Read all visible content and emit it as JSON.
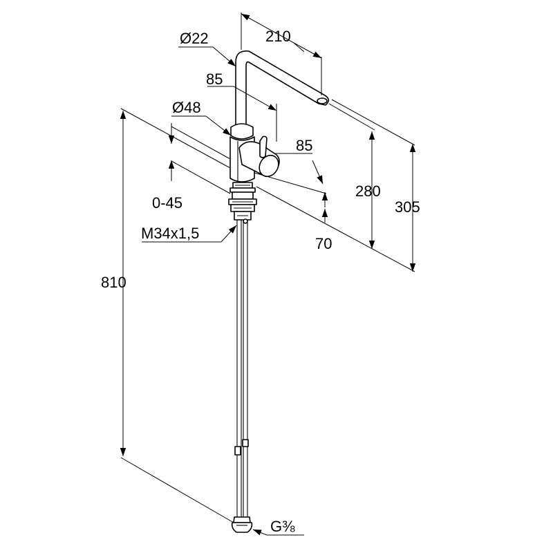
{
  "diagram": {
    "labels": {
      "spout_diameter": "Ø22",
      "spout_reach": "210",
      "lever_offset_top": "85",
      "body_diameter": "Ø48",
      "lever_offset_side": "85",
      "deck_thickness": "0-45",
      "spout_height": "280",
      "total_height": "305",
      "base_height": "70",
      "thread": "M34x1,5",
      "overall_length": "810",
      "connection": "G⅜"
    }
  }
}
